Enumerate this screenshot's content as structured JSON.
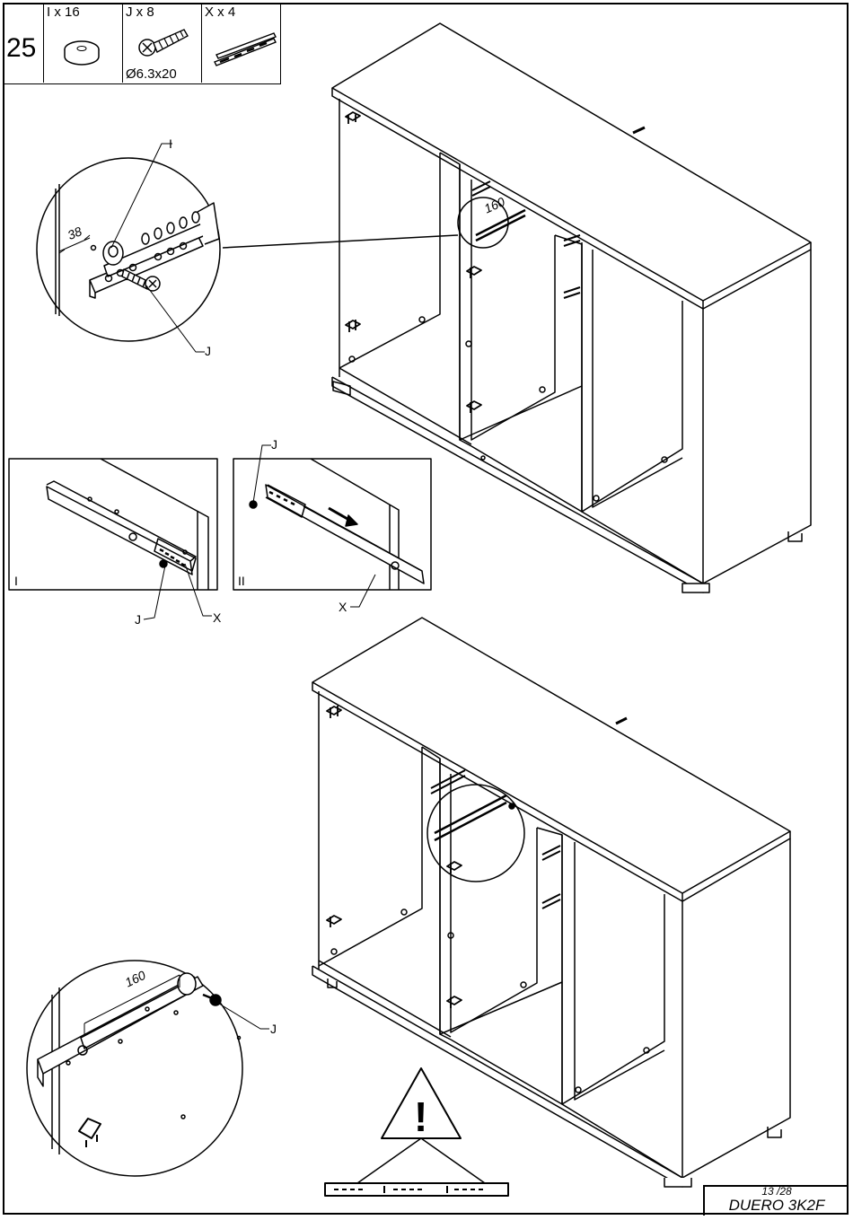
{
  "step": "25",
  "parts": [
    {
      "qty": "I x 16",
      "icon": "cam-washer-icon",
      "size": ""
    },
    {
      "qty": "J x 8",
      "icon": "screw-icon",
      "size": "Ø6.3x20"
    },
    {
      "qty": "X x 4",
      "icon": "drawer-runner-icon",
      "size": ""
    }
  ],
  "callouts": {
    "I": "I",
    "J": "J",
    "X": "X",
    "dim_38": "38",
    "dim_160": "160",
    "detail_1": "I",
    "detail_2": "II"
  },
  "warning": {
    "symbol": "!"
  },
  "footer": {
    "page": "13 /28",
    "model": "DUERO 3K2F"
  }
}
